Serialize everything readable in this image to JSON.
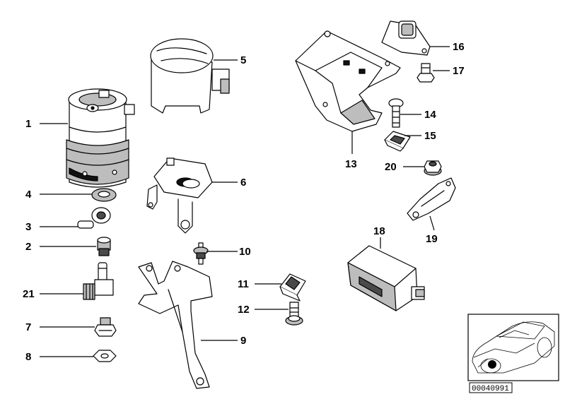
{
  "parts": [
    {
      "id": "p1",
      "number": "1"
    },
    {
      "id": "p2",
      "number": "2"
    },
    {
      "id": "p3",
      "number": "3"
    },
    {
      "id": "p4",
      "number": "4"
    },
    {
      "id": "p5",
      "number": "5"
    },
    {
      "id": "p6",
      "number": "6"
    },
    {
      "id": "p7",
      "number": "7"
    },
    {
      "id": "p8",
      "number": "8"
    },
    {
      "id": "p9",
      "number": "9"
    },
    {
      "id": "p10",
      "number": "10"
    },
    {
      "id": "p11",
      "number": "11"
    },
    {
      "id": "p12",
      "number": "12"
    },
    {
      "id": "p13",
      "number": "13"
    },
    {
      "id": "p14",
      "number": "14"
    },
    {
      "id": "p15",
      "number": "15"
    },
    {
      "id": "p16",
      "number": "16"
    },
    {
      "id": "p17",
      "number": "17"
    },
    {
      "id": "p18",
      "number": "18"
    },
    {
      "id": "p19",
      "number": "19"
    },
    {
      "id": "p20",
      "number": "20"
    },
    {
      "id": "p21",
      "number": "21"
    }
  ],
  "reference_code": "00040991",
  "thumbnail": {
    "icon": "car-outline-icon",
    "marker_color": "#000000"
  }
}
